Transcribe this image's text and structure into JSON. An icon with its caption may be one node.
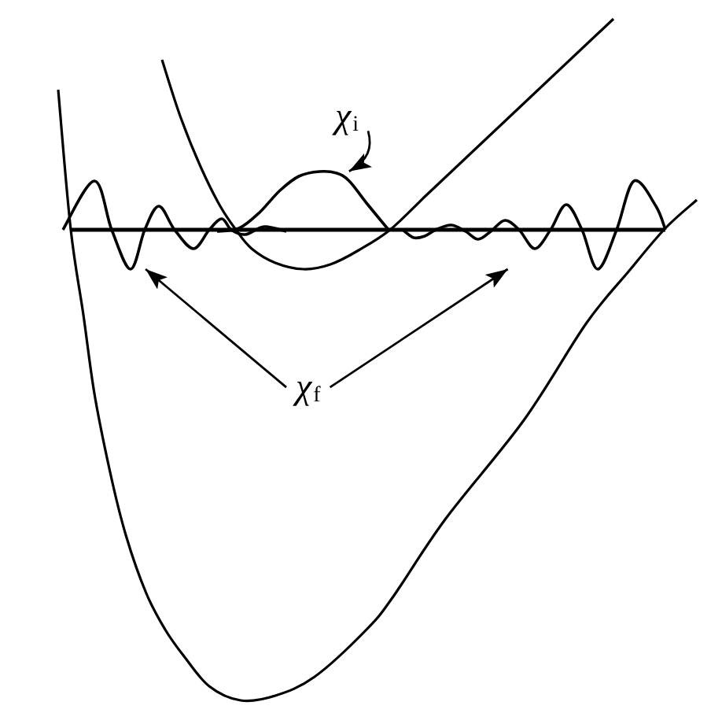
{
  "diagram": {
    "nodes": [
      {
        "text": [
          "χ$_{i}$"
        ]
      },
      {
        "text": [],
        "shape": "curve"
      },
      {
        "text": [
          "χ$_{f}$"
        ]
      },
      {
        "text": [],
        "shape": "curve"
      },
      {
        "text": [],
        "shape": "curve"
      }
    ],
    "edges": [
      {
        "from": 0,
        "to": 1,
        "arrow": "to"
      },
      {
        "from": 2,
        "to": 3,
        "arrow": "to"
      },
      {
        "from": 2,
        "to": 4,
        "arrow": "to"
      }
    ]
  }
}
